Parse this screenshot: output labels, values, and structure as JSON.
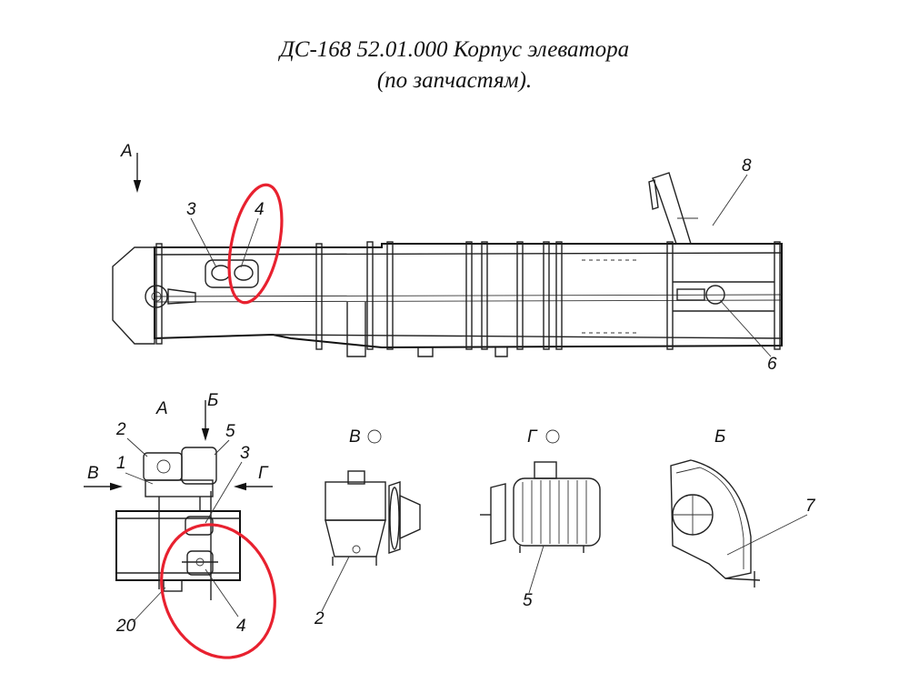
{
  "title": {
    "line1": "ДС-168 52.01.000 Корпус элеватора",
    "line2": "(по запчастям)."
  },
  "views": {
    "main_arrow": "А",
    "detail_a": "А",
    "arrow_b_top": "Б",
    "arrow_v": "В",
    "arrow_g": "Г",
    "view_v": "В",
    "view_g": "Г",
    "view_b": "Б"
  },
  "callouts": {
    "c1": "1",
    "c2": "2",
    "c3": "3",
    "c4": "4",
    "c5": "5",
    "c6": "6",
    "c7": "7",
    "c8": "8",
    "c20": "20"
  },
  "highlight_color": "#e8212f"
}
